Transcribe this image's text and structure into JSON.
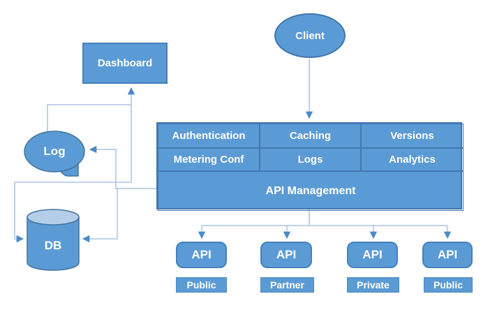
{
  "diagram": {
    "client": {
      "label": "Client"
    },
    "dashboard": {
      "label": "Dashboard"
    },
    "log": {
      "label": "Log"
    },
    "db": {
      "label": "DB"
    },
    "api_management": {
      "title": "API Management",
      "cells": [
        "Authentication",
        "Caching",
        "Versions",
        "Metering Conf",
        "Logs",
        "Analytics"
      ]
    },
    "apis": [
      {
        "name": "API",
        "type": "Public"
      },
      {
        "name": "API",
        "type": "Partner"
      },
      {
        "name": "API",
        "type": "Private"
      },
      {
        "name": "API",
        "type": "Public"
      }
    ],
    "colors": {
      "shape_fill": "#5B9BD5",
      "shape_border": "#41719C",
      "db_top_fill": "#B4CEEA",
      "connector_line": "#A9C4E4",
      "arrowhead": "#4E8AC8",
      "text": "#FFFFFF",
      "background": "#FFFFFF"
    }
  }
}
